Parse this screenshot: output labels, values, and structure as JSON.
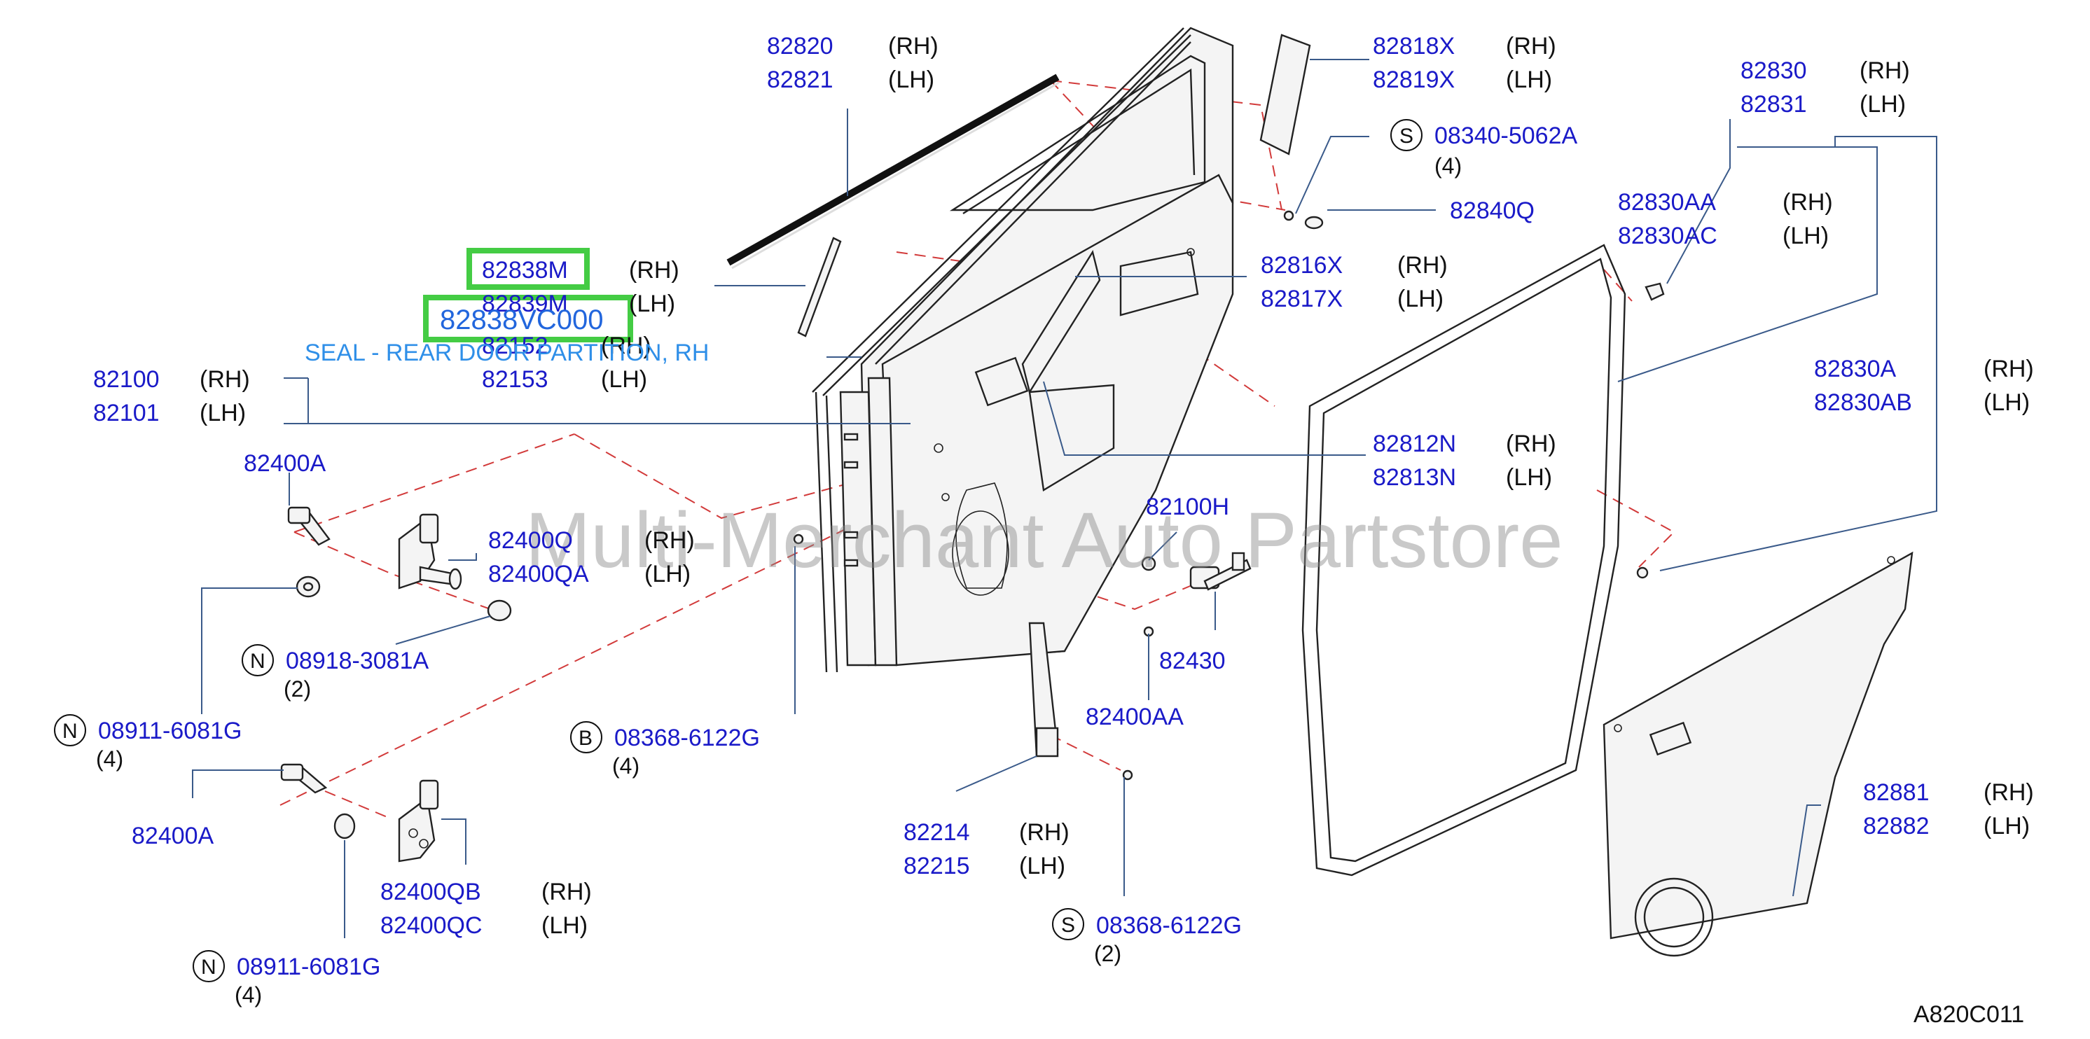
{
  "watermark": "Multi-Merchant Auto Partstore",
  "figure_code": "A820C011",
  "highlight": {
    "selected_part": "82838VC000",
    "description": "SEAL - REAR DOOR PARTITION, RH"
  },
  "callouts": {
    "c82820": {
      "pn": "82820",
      "side": "(RH)"
    },
    "c82821": {
      "pn": "82821",
      "side": "(LH)"
    },
    "c82818x": {
      "pn": "82818X",
      "side": "(RH)"
    },
    "c82819x": {
      "pn": "82819X",
      "side": "(LH)"
    },
    "c08340": {
      "prefix": "S",
      "pn": "08340-5062A",
      "qty": "(4)"
    },
    "c82840q": {
      "pn": "82840Q"
    },
    "c82830": {
      "pn": "82830",
      "side": "(RH)"
    },
    "c82831": {
      "pn": "82831",
      "side": "(LH)"
    },
    "c82830aa": {
      "pn": "82830AA",
      "side": "(RH)"
    },
    "c82830ac": {
      "pn": "82830AC",
      "side": "(LH)"
    },
    "c82838m": {
      "pn": "82838M",
      "side": "(RH)"
    },
    "c82839m": {
      "pn": "82839M",
      "side": "(LH)"
    },
    "c82152": {
      "pn": "82152",
      "side": "(RH)"
    },
    "c82153": {
      "pn": "82153",
      "side": "(LH)"
    },
    "c82816x": {
      "pn": "82816X",
      "side": "(RH)"
    },
    "c82817x": {
      "pn": "82817X",
      "side": "(LH)"
    },
    "c82100": {
      "pn": "82100",
      "side": "(RH)"
    },
    "c82101": {
      "pn": "82101",
      "side": "(LH)"
    },
    "c82830a": {
      "pn": "82830A",
      "side": "(RH)"
    },
    "c82830ab": {
      "pn": "82830AB",
      "side": "(LH)"
    },
    "c82812n": {
      "pn": "82812N",
      "side": "(RH)"
    },
    "c82813n": {
      "pn": "82813N",
      "side": "(LH)"
    },
    "c82400a_top": {
      "pn": "82400A"
    },
    "c82100h": {
      "pn": "82100H"
    },
    "c82400q": {
      "pn": "82400Q",
      "side": "(RH)"
    },
    "c82400qa": {
      "pn": "82400QA",
      "side": "(LH)"
    },
    "c08918": {
      "prefix": "N",
      "pn": "08918-3081A",
      "qty": "(2)"
    },
    "c82430": {
      "pn": "82430"
    },
    "c08911_top": {
      "prefix": "N",
      "pn": "08911-6081G",
      "qty": "(4)"
    },
    "c08368_b": {
      "prefix": "B",
      "pn": "08368-6122G",
      "qty": "(4)"
    },
    "c82400aa": {
      "pn": "82400AA"
    },
    "c82400a_bot": {
      "pn": "82400A"
    },
    "c82881": {
      "pn": "82881",
      "side": "(RH)"
    },
    "c82882": {
      "pn": "82882",
      "side": "(LH)"
    },
    "c82214": {
      "pn": "82214",
      "side": "(RH)"
    },
    "c82215": {
      "pn": "82215",
      "side": "(LH)"
    },
    "c82400qb": {
      "pn": "82400QB",
      "side": "(RH)"
    },
    "c82400qc": {
      "pn": "82400QC",
      "side": "(LH)"
    },
    "c08368_s": {
      "prefix": "S",
      "pn": "08368-6122G",
      "qty": "(2)"
    },
    "c08911_bot": {
      "prefix": "N",
      "pn": "08911-6081G",
      "qty": "(4)"
    }
  },
  "colors": {
    "part_number": "#1a1ac8",
    "highlight_box": "#44cc44",
    "dash_line": "#d23a3a",
    "leader_line": "#3a5a8a"
  }
}
